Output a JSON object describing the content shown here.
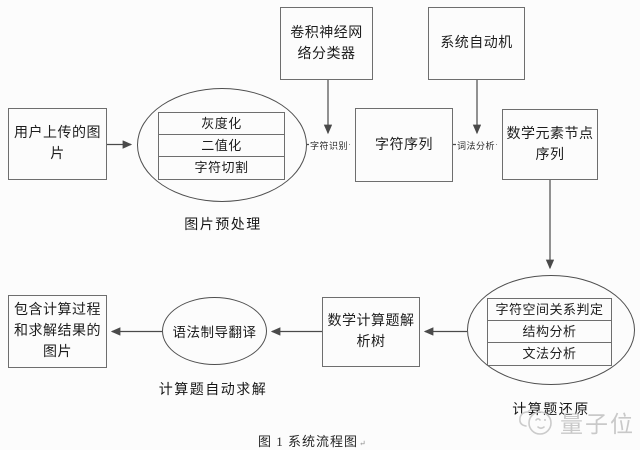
{
  "diagram": {
    "nodes": {
      "user_image": {
        "label": "用户上传的图片"
      },
      "cnn_classifier": {
        "label": "卷积神经网络分类器"
      },
      "system_automaton": {
        "label": "系统自动机"
      },
      "char_sequence": {
        "label": "字符序列"
      },
      "math_element_nodes": {
        "label": "数学元素节点序列"
      },
      "parse_tree": {
        "label": "数学计算题解析树"
      },
      "result_image": {
        "label": "包含计算过程和求解结果的图片"
      },
      "preprocess": {
        "steps": [
          "灰度化",
          "二值化",
          "字符切割"
        ],
        "caption": "图片预处理"
      },
      "problem_restore": {
        "steps": [
          "字符空间关系判定",
          "结构分析",
          "文法分析"
        ],
        "caption": "计算题还原"
      },
      "syntax_translation": {
        "label": "语法制导翻译",
        "caption": "计算题自动求解"
      }
    },
    "edge_labels": {
      "char_recognition": "字符识别",
      "lexical_analysis": "词法分析"
    },
    "caption": "图 1 系统流程图",
    "caption_mark": "↵"
  },
  "watermark": {
    "brand": "量子位"
  },
  "colors": {
    "line": "#4a4a4a",
    "border": "#6e6e6e",
    "text": "#1d1d1d",
    "watermark": "#c9c9c9",
    "background": "#fcfcfc"
  }
}
